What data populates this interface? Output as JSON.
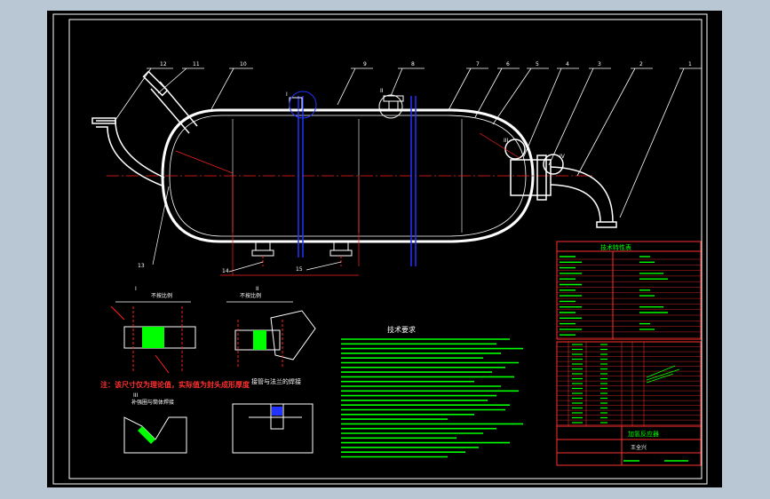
{
  "drawing": {
    "balloons": [
      "12",
      "11",
      "10",
      "9",
      "8",
      "7",
      "6",
      "5",
      "4",
      "3",
      "2",
      "1"
    ],
    "nozzle_labels": {
      "n13": "13",
      "n14": "14",
      "n15": "15",
      "roman_1": "I",
      "roman_2": "II",
      "roman_3": "III",
      "roman_4": "IV"
    },
    "detail_views": {
      "view_1_title": "I",
      "view_1_note": "不按比例",
      "view_2_title": "II",
      "view_2_note": "不按比例",
      "view_3_title": "III",
      "view_4_note": "接管与法兰的焊接",
      "view_5_note": "补强圈与筒体焊接"
    },
    "note": "注：该尺寸仅为理论值，实际值为封头成形厚度",
    "tech_req_title": "技术要求",
    "spec_table_title": "技术特性表",
    "title_block": {
      "name": "加氢反应器",
      "designer": "王全兴"
    }
  },
  "colors": {
    "background": "#000000",
    "frame": "#ffffff",
    "vessel": "#ffffff",
    "centerline": "#ff2020",
    "table": "#ff3030",
    "text_green": "#00ff00",
    "blue": "#2233ff"
  }
}
